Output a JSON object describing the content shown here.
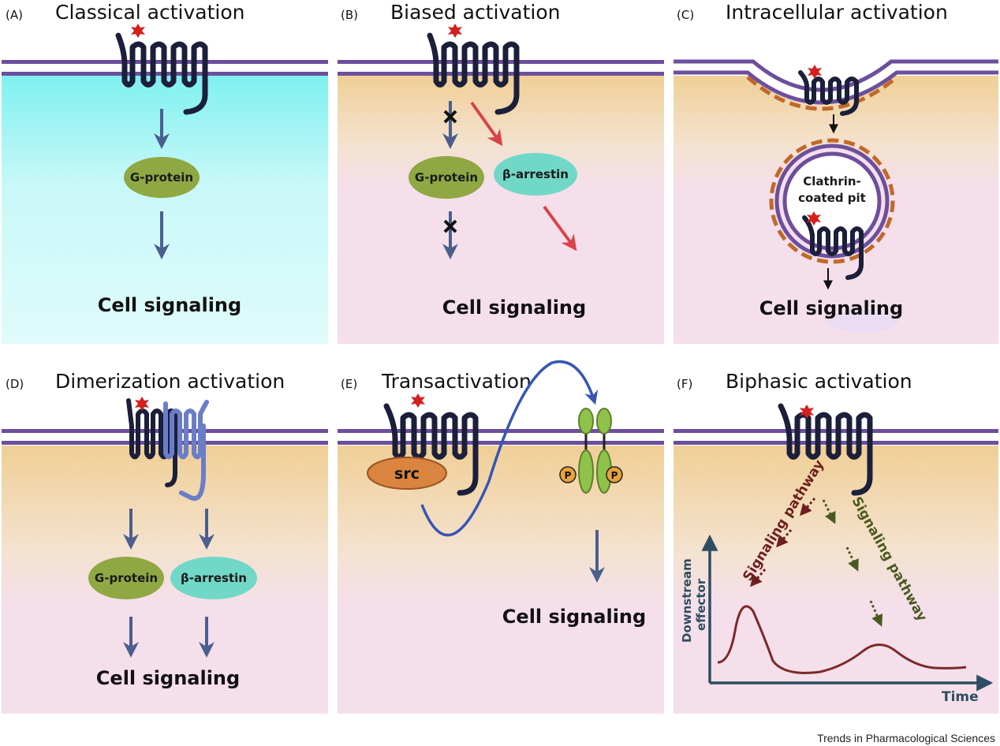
{
  "colors": {
    "membrane": "#6c4f9c",
    "receptor": "#1b1f3a",
    "ligand": "#d51f1f",
    "gprotein": "#8fa843",
    "arrestin": "#71d8c8",
    "signal_arrow": "#4b5f8e",
    "biased_arrow": "#d9434a",
    "src": "#d9853f",
    "clathrin": "#c0692a",
    "pathway_red": "#6e1f1f",
    "pathway_green": "#4a5a1f",
    "panel_pink": "#f5dfeb",
    "panel_tan": "#f0cf96",
    "panel_cyan": "#b9f6f6"
  },
  "panels": {
    "a": {
      "letter": "(A)",
      "title": "Classical activation",
      "gprotein": "G-protein",
      "signal": "Cell signaling"
    },
    "b": {
      "letter": "(B)",
      "title": "Biased activation",
      "gprotein": "G-protein",
      "arrestin": "β-arrestin",
      "signal": "Cell signaling"
    },
    "c": {
      "letter": "(C)",
      "title": "Intracellular activation",
      "pit_line1": "Clathrin-",
      "pit_line2": "coated pit",
      "signal": "Cell signaling"
    },
    "d": {
      "letter": "(D)",
      "title": "Dimerization activation",
      "gprotein": "G-protein",
      "arrestin": "β-arrestin",
      "signal": "Cell signaling"
    },
    "e": {
      "letter": "(E)",
      "title": "Transactivation",
      "src": "src",
      "phospho": "P",
      "signal": "Cell signaling"
    },
    "f": {
      "letter": "(F)",
      "title": "Biphasic activation",
      "pathway_left": "Signaling pathway",
      "pathway_right": "Signaling pathway",
      "yaxis_line1": "Downstream",
      "yaxis_line2": "effector",
      "xaxis": "Time"
    }
  },
  "footer": "Trends in Pharmacological Sciences"
}
